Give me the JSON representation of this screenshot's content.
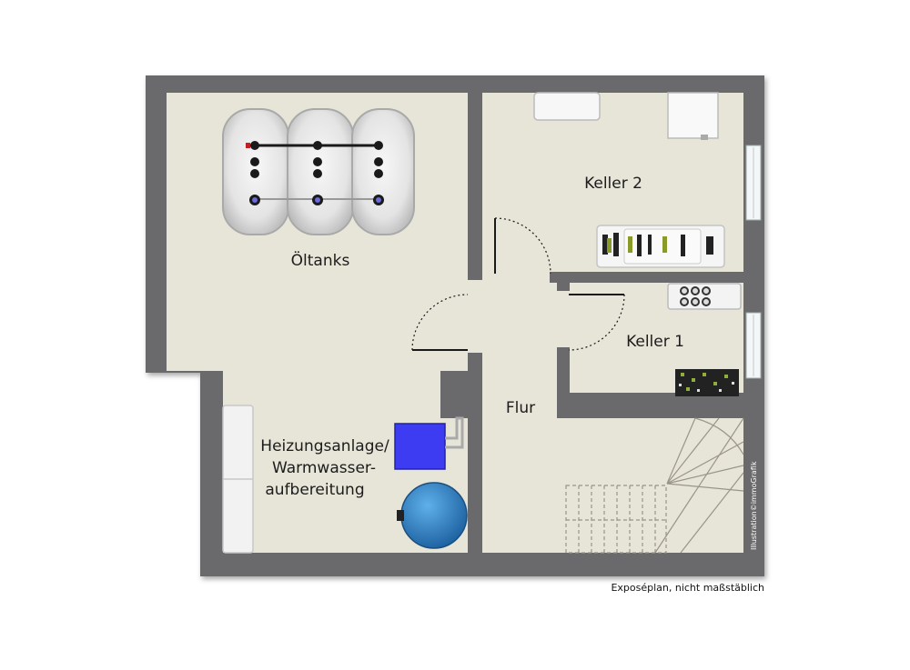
{
  "rooms": {
    "oeltanks": "Öltanks",
    "keller2": "Keller 2",
    "keller1": "Keller 1",
    "flur": "Flur",
    "heizung_line1": "Heizungsanlage/",
    "heizung_line2": "Warmwasser-",
    "heizung_line3": "aufbereitung"
  },
  "caption": "Exposéplan, nicht maßstäblich",
  "credit": "Illustration©immoGrafik",
  "colors": {
    "wall": "#6a6a6c",
    "floor": "#e7e4d8",
    "heater": "#3d3cf2",
    "water_tank": "#2a7fc4"
  }
}
